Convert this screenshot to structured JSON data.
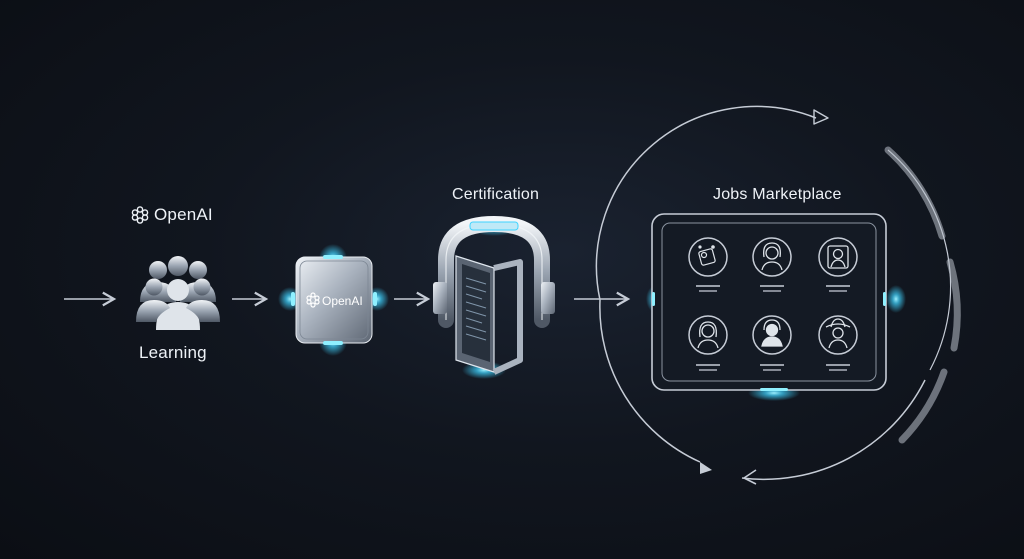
{
  "stages": {
    "learning": {
      "brand": "OpenAI",
      "label": "Learning"
    },
    "module": {
      "brand": "OpenAI"
    },
    "certification": {
      "label": "Certification"
    },
    "jobs": {
      "label": "Jobs Marketplace"
    }
  },
  "colors": {
    "accent_glow": "#3fd3ff",
    "metal_light": "#cfd6e0",
    "metal_dark": "#6e7886",
    "line": "#c6ccd6",
    "background": "#11161f"
  },
  "icons": {
    "brand": "openai-knot-icon",
    "learning": "people-group-icon",
    "certification": "scanner-arch-icon",
    "jobs_profiles": [
      "puzzle-person-icon",
      "woman-profile-icon",
      "framed-person-icon",
      "woman-profile-icon",
      "person-headset-icon",
      "cowboy-profile-icon"
    ]
  }
}
